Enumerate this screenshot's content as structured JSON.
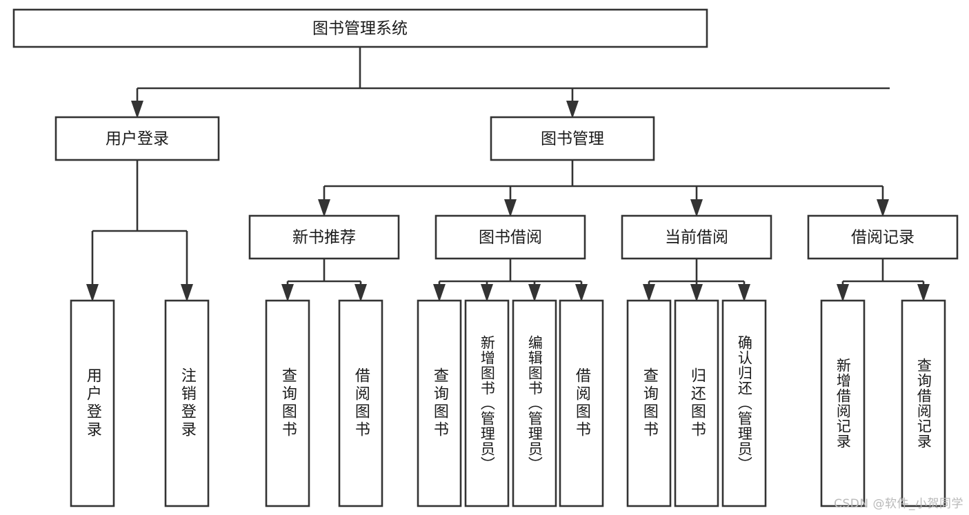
{
  "diagram": {
    "title": "图书管理系统",
    "type": "tree-hierarchy",
    "watermark": "CSDN @软件_小贺同学",
    "colors": {
      "box_stroke": "#333333",
      "box_fill": "#ffffff",
      "text": "#1a1a1a",
      "connector": "#333333",
      "background": "#ffffff",
      "watermark": "#b9b9b9"
    },
    "root": {
      "label": "图书管理系统"
    },
    "level1": [
      {
        "label": "用户登录"
      },
      {
        "label": "图书管理"
      }
    ],
    "level2": [
      {
        "label": "新书推荐"
      },
      {
        "label": "图书借阅"
      },
      {
        "label": "当前借阅"
      },
      {
        "label": "借阅记录"
      }
    ],
    "leaves": {
      "user_login": [
        {
          "label": "用户登录"
        },
        {
          "label": "注销登录"
        }
      ],
      "new_book_recommend": [
        {
          "label": "查询图书"
        },
        {
          "label": "借阅图书"
        }
      ],
      "book_borrow": [
        {
          "label": "查询图书"
        },
        {
          "label": "新增图书（管理员）"
        },
        {
          "label": "编辑图书（管理员）"
        },
        {
          "label": "借阅图书"
        }
      ],
      "current_borrow": [
        {
          "label": "查询图书"
        },
        {
          "label": "归还图书"
        },
        {
          "label": "确认归还（管理员）"
        }
      ],
      "borrow_record": [
        {
          "label": "新增借阅记录"
        },
        {
          "label": "查询借阅记录"
        }
      ]
    }
  }
}
